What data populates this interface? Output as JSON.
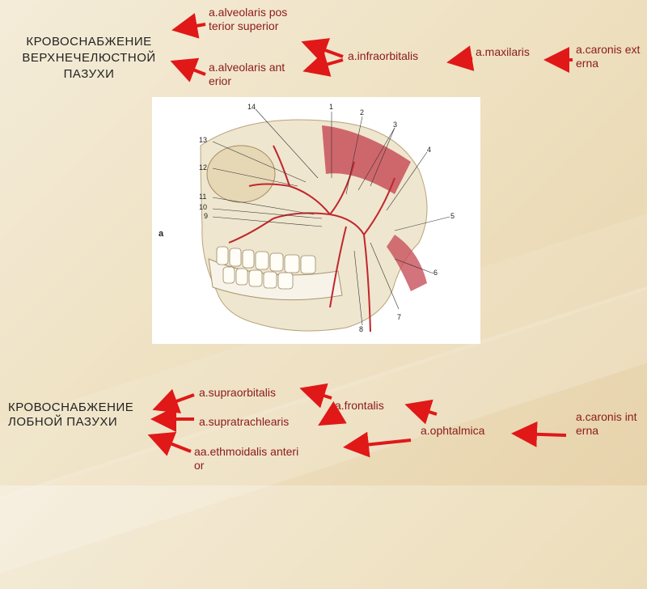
{
  "top": {
    "title": "КРОВОСНАБЖЕНИЕ ВЕРХНЕЧЕЛЮСТНОЙ ПАЗУХИ",
    "alveolaris_posterior": "a.alveolaris posterior superior",
    "alveolaris_anterior": "a.alveolaris anterior",
    "infraorbitalis": "a.infraorbitalis",
    "maxilaris": "a.maxilaris",
    "carotis_externa": "a.caronis externa"
  },
  "figure": {
    "panel_letter": "a",
    "numbers": [
      "1",
      "2",
      "3",
      "4",
      "5",
      "6",
      "7",
      "8",
      "9",
      "10",
      "11",
      "12",
      "13",
      "14"
    ]
  },
  "bottom": {
    "title": "КРОВОСНАБЖЕНИЕ ЛОБНОЙ ПАЗУХИ",
    "supraorbitalis": "a.supraorbitalis",
    "supratrachlearis": "a.supratrachlearis",
    "ethmoidalis": "aa.ethmoidalis anterior",
    "frontalis": "a.frontalis",
    "ophtalmica": "a.ophtalmica",
    "carotis_interna": "a.caronis interna"
  },
  "colors": {
    "arrow": "#e01818",
    "label": "#8b1a1a"
  }
}
